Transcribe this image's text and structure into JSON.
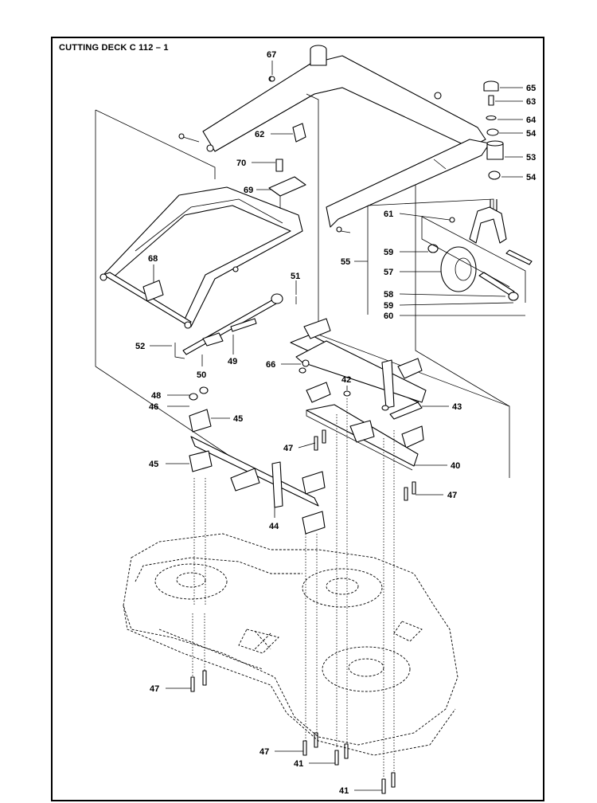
{
  "title": "CUTTING DECK C 112 – 1",
  "callouts": [
    {
      "id": "67",
      "text": "67"
    },
    {
      "id": "62",
      "text": "62"
    },
    {
      "id": "70",
      "text": "70"
    },
    {
      "id": "69",
      "text": "69"
    },
    {
      "id": "68",
      "text": "68"
    },
    {
      "id": "51",
      "text": "51"
    },
    {
      "id": "52",
      "text": "52"
    },
    {
      "id": "50",
      "text": "50"
    },
    {
      "id": "49",
      "text": "49"
    },
    {
      "id": "66",
      "text": "66"
    },
    {
      "id": "65",
      "text": "65"
    },
    {
      "id": "63",
      "text": "63"
    },
    {
      "id": "64",
      "text": "64"
    },
    {
      "id": "54a",
      "text": "54"
    },
    {
      "id": "53",
      "text": "53"
    },
    {
      "id": "54b",
      "text": "54"
    },
    {
      "id": "61",
      "text": "61"
    },
    {
      "id": "55",
      "text": "55"
    },
    {
      "id": "59a",
      "text": "59"
    },
    {
      "id": "57",
      "text": "57"
    },
    {
      "id": "58",
      "text": "58"
    },
    {
      "id": "59b",
      "text": "59"
    },
    {
      "id": "60",
      "text": "60"
    },
    {
      "id": "42",
      "text": "42"
    },
    {
      "id": "43",
      "text": "43"
    },
    {
      "id": "48",
      "text": "48"
    },
    {
      "id": "46",
      "text": "46"
    },
    {
      "id": "45a",
      "text": "45"
    },
    {
      "id": "45b",
      "text": "45"
    },
    {
      "id": "47a",
      "text": "47"
    },
    {
      "id": "40",
      "text": "40"
    },
    {
      "id": "47b",
      "text": "47"
    },
    {
      "id": "44",
      "text": "44"
    },
    {
      "id": "47c",
      "text": "47"
    },
    {
      "id": "47d",
      "text": "47"
    },
    {
      "id": "41a",
      "text": "41"
    },
    {
      "id": "41b",
      "text": "41"
    }
  ]
}
